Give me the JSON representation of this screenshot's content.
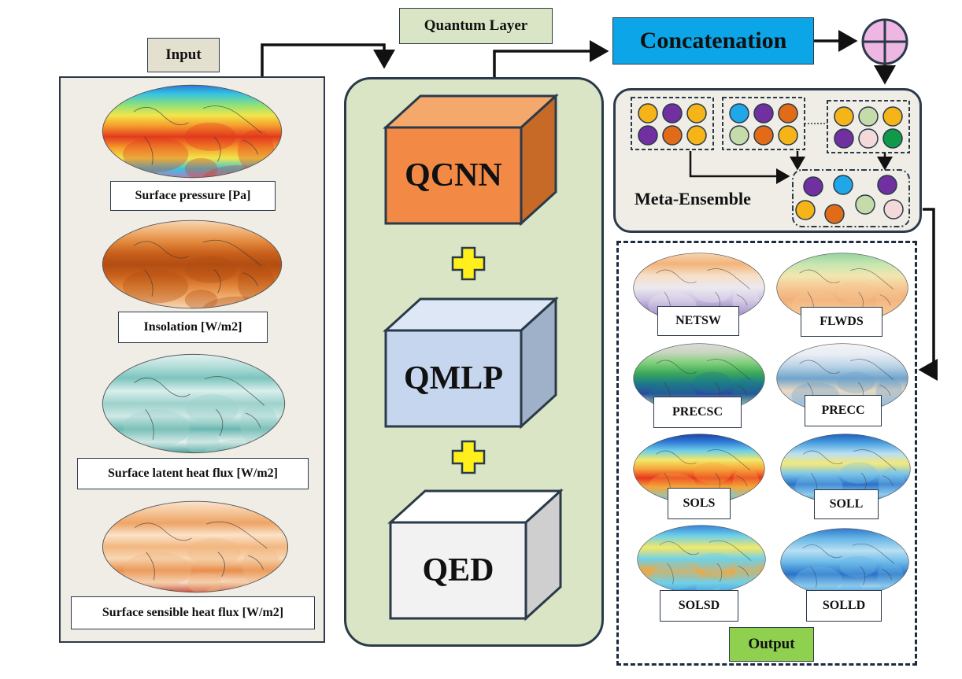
{
  "input": {
    "title": "Input",
    "maps": [
      {
        "label": "Surface pressure [Pa]",
        "palette": "rainbow"
      },
      {
        "label": "Insolation [W/m2]",
        "palette": "orange"
      },
      {
        "label": "Surface latent heat flux [W/m2]",
        "palette": "teal"
      },
      {
        "label": "Surface sensible heat flux [W/m2]",
        "palette": "warm"
      }
    ]
  },
  "quantum": {
    "title": "Quantum Layer",
    "models": [
      "QCNN",
      "QMLP",
      "QED"
    ]
  },
  "concat": {
    "label": "Concatenation"
  },
  "meta": {
    "label": "Meta-Ensemble"
  },
  "output": {
    "title": "Output",
    "maps": [
      {
        "label": "NETSW",
        "palette": "orange-purple"
      },
      {
        "label": "FLWDS",
        "palette": "green-orange"
      },
      {
        "label": "PRECSC",
        "palette": "gray-green"
      },
      {
        "label": "PRECC",
        "palette": "white-blue"
      },
      {
        "label": "SOLS",
        "palette": "jet"
      },
      {
        "label": "SOLL",
        "palette": "blue"
      },
      {
        "label": "SOLSD",
        "palette": "jet-light"
      },
      {
        "label": "SOLLD",
        "palette": "blue-light"
      }
    ]
  },
  "colors": {
    "concat": "#0ca6e8",
    "quantum_bg": "#d9e5c5",
    "meta_bg": "#efede6",
    "input_bg": "#efede6",
    "label_tag": "#e4e0d0",
    "output_tag": "#8fd14f",
    "plus_yellow": "#ffef1a",
    "qcnn": "#f28a45",
    "qmlp": "#c6d6ee",
    "qed": "#f2f2f2",
    "dots": {
      "orange": "#f5b417",
      "purple": "#7030a0",
      "burnt": "#e26b18",
      "blue": "#1fa7e8",
      "green": "#c5dcaa",
      "pink": "#f3d9d9",
      "dkgreen": "#0f9a4a"
    }
  }
}
